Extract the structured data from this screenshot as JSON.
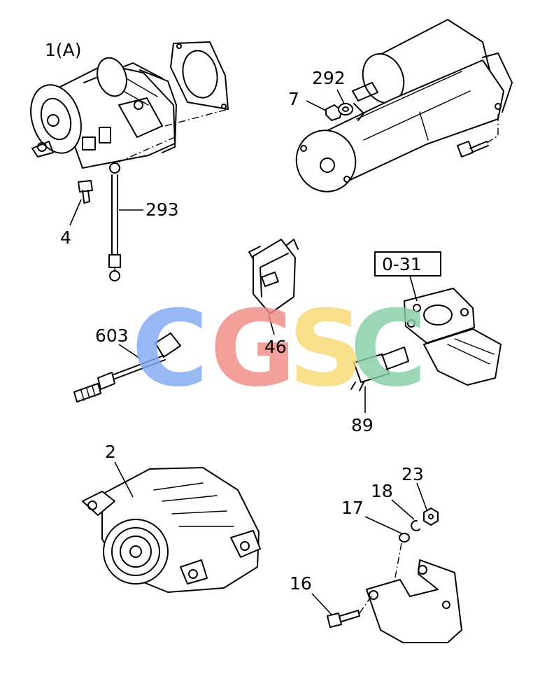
{
  "callouts": {
    "c1A": "1(A)",
    "c292": "292",
    "c7": "7",
    "c4": "4",
    "c293": "293",
    "c031": "0-31",
    "c603": "603",
    "c46": "46",
    "c89": "89",
    "c2": "2",
    "c23": "23",
    "c18": "18",
    "c17": "17",
    "c16": "16"
  },
  "watermark": {
    "letters": [
      "C",
      "G",
      "S",
      "C"
    ],
    "colors": [
      "#7fa9f2",
      "#f28c84",
      "#f7d873",
      "#86cfa5"
    ]
  },
  "colors": {
    "line": "#000000",
    "background": "#ffffff"
  }
}
